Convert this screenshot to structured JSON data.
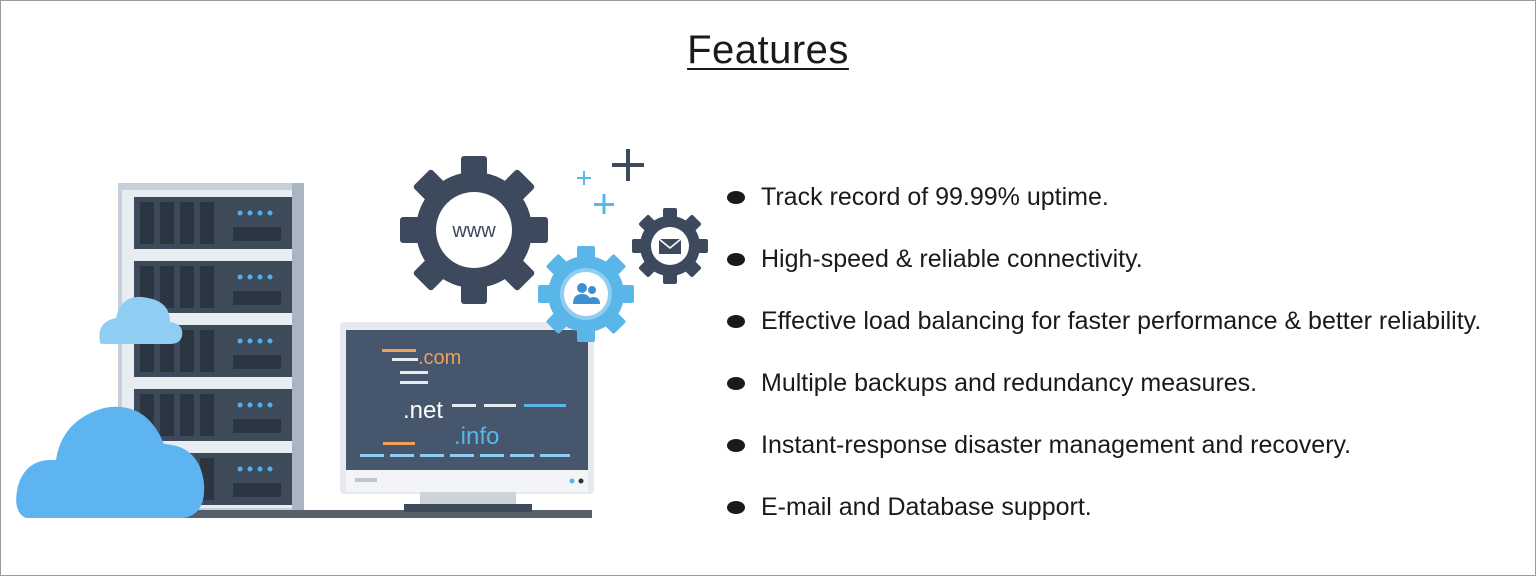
{
  "title": "Features",
  "illustration": {
    "icons": [
      "server-rack-icon",
      "cloud-icon",
      "monitor-icon",
      "gear-icon",
      "email-icon",
      "users-icon",
      "plus-icon"
    ],
    "gear_www_label": "www",
    "screen_lines": [
      ".com",
      ".net",
      ".info"
    ],
    "colors": {
      "rack": "#3d4a5a",
      "cloud": "#6fbdf0",
      "gear_dark": "#3d4a5e",
      "gear_light": "#5ab6e8",
      "screen": "#46566c",
      "orange": "#f0a05a"
    }
  },
  "features": [
    "Track record of 99.99% uptime.",
    "High-speed & reliable connectivity.",
    "Effective load balancing for faster performance & better reliability.",
    "Multiple backups and redundancy measures.",
    "Instant-response disaster management and recovery.",
    "E-mail and Database support."
  ]
}
